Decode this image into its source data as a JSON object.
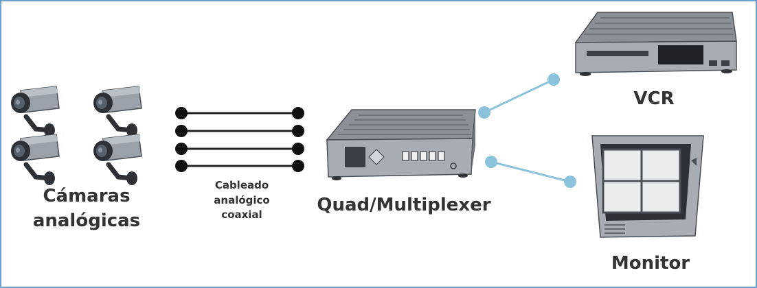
{
  "labels": {
    "cameras_line1": "Cámaras",
    "cameras_line2": "analógicas",
    "cable_line1": "Cableado",
    "cable_line2": "analógico",
    "cable_line3": "coaxial",
    "multiplexer": "Quad/Multiplexer",
    "vcr": "VCR",
    "monitor": "Monitor"
  },
  "colors": {
    "border": "#6a9fd0",
    "connector": "#8cc3dc",
    "device_body": "#9aa1a8",
    "device_dark": "#2d3136",
    "text": "#333333"
  },
  "icons": [
    "camera-icon",
    "coax-cable-icon",
    "multiplexer-icon",
    "vcr-icon",
    "monitor-icon"
  ]
}
